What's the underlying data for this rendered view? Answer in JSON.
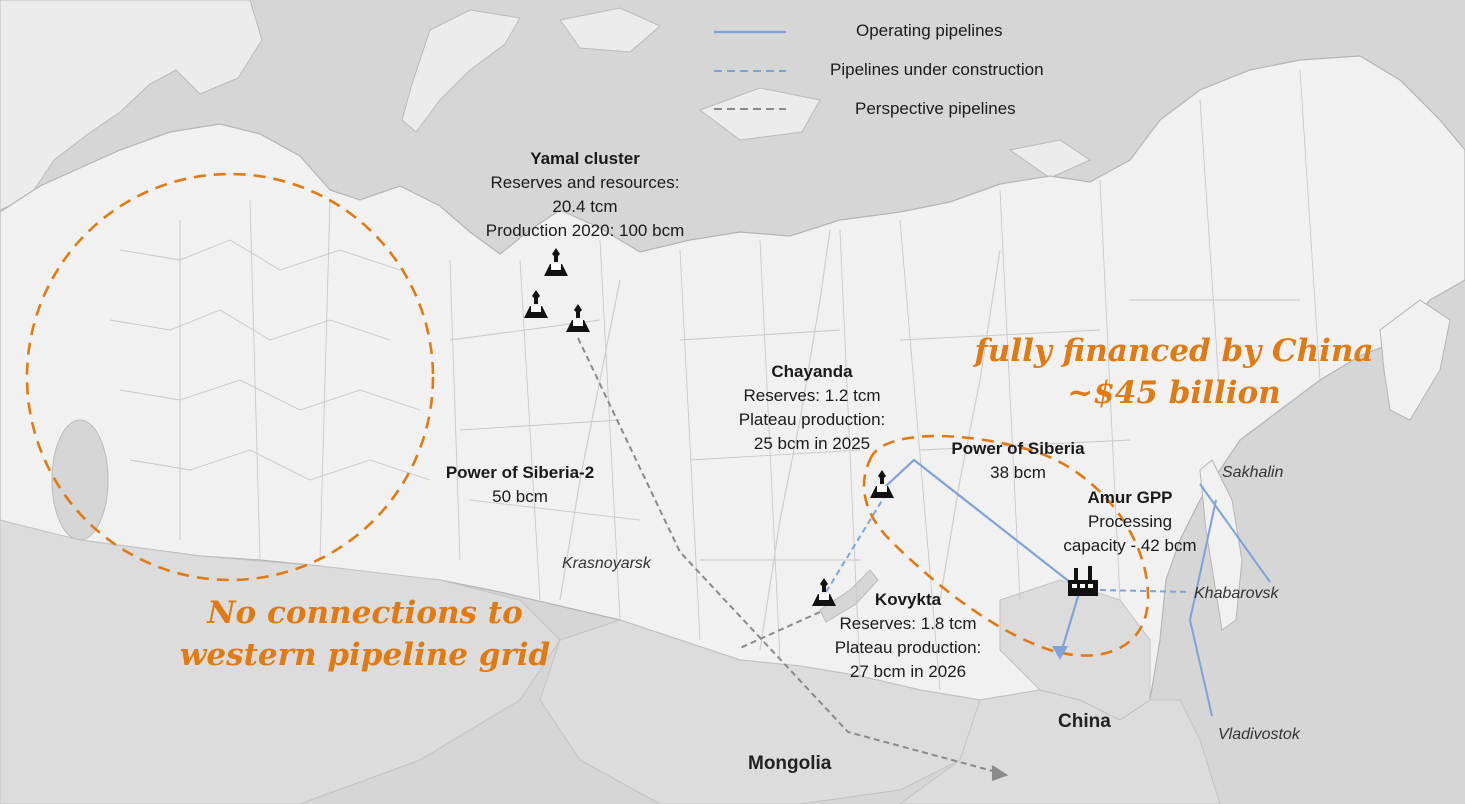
{
  "legend": {
    "operating": "Operating pipelines",
    "construction": "Pipelines under construction",
    "perspective": "Perspective pipelines"
  },
  "colors": {
    "operating": "#7fa3d9",
    "construction": "#7fa3d9",
    "perspective": "#8a8a8a",
    "annotation": "#e07a12",
    "land": "#f0f0f0",
    "water": "#d3d3d3"
  },
  "yamal": {
    "title": "Yamal cluster",
    "line1": "Reserves and resources:",
    "line2": "20.4 tcm",
    "line3": "Production 2020: 100 bcm"
  },
  "chayanda": {
    "title": "Chayanda",
    "line1": "Reserves: 1.2 tcm",
    "line2": "Plateau production:",
    "line3": "25 bcm in 2025"
  },
  "power_of_siberia": {
    "title": "Power of Siberia",
    "capacity": "38 bcm"
  },
  "power_of_siberia_2": {
    "title": "Power of Siberia-2",
    "capacity": "50 bcm"
  },
  "amur": {
    "title": "Amur GPP",
    "line1": "Processing",
    "line2": "capacity - 42 bcm"
  },
  "kovykta": {
    "title": "Kovykta",
    "line1": "Reserves: 1.8 tcm",
    "line2": "Plateau production:",
    "line3": "27 bcm in 2026"
  },
  "cities": {
    "krasnoyarsk": "Krasnoyarsk",
    "sakhalin": "Sakhalin",
    "khabarovsk": "Khabarovsk",
    "vladivostok": "Vladivostok"
  },
  "countries": {
    "china": "China",
    "mongolia": "Mongolia"
  },
  "annotations": {
    "china_line1": "fully financed by China",
    "china_line2": "~$45 billion",
    "west_line1": "No connections to",
    "west_line2": "western pipeline grid"
  },
  "icons": {
    "gas_field": "gas-rig-icon",
    "processing_plant": "factory-icon"
  }
}
